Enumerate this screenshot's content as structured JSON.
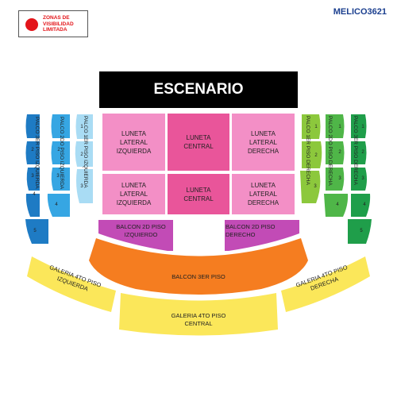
{
  "legend": {
    "text": "ZONAS DE VISIBILIDAD LIMITADA",
    "color": "#e3151a"
  },
  "code": "MELICO3621",
  "stage": "ESCENARIO",
  "luneta": {
    "lat_izq": "LUNETA\nLATERAL\nIZQUIERDA",
    "central": "LUNETA\nCENTRAL",
    "lat_der": "LUNETA\nLATERAL\nDERECHA"
  },
  "balcon2": {
    "izq": "BALCON 2D PISO\nIZQUIERDO",
    "der": "BALCON 2D PISO\nDERECHO"
  },
  "balcon3": "BALCON 3ER PISO",
  "galeria": {
    "izq": "GALERIA 4TO PISO\nIZQUIERDA",
    "central": "GALERIA 4TO PISO\nCENTRAL",
    "der": "GALERIA 4TO PISO\nDERECHA"
  },
  "palcos": {
    "p3_izq": "PALCO 3ER PISO IZQUIERDA",
    "p2_izq": "PALCO 2DO PISO IZQUIERDA",
    "p1_izq": "PALCO 1ER PISO IZQUIERDA",
    "p1_der": "PALCO 1ER PISO DERECHA",
    "p2_der": "PALCO 2DO PISO DERECHA",
    "p3_der": "PALCO 3ER PISO DERECHA"
  },
  "box_numbers": [
    "1",
    "2",
    "3",
    "4",
    "5"
  ],
  "colors": {
    "lateral": "#f38fc6",
    "central": "#e9559a",
    "balcon2": "#c24bb6",
    "balcon3": "#f57d20",
    "galeria": "#fbe75a",
    "palco3_izq": "#1e7bc4",
    "palco2_izq": "#36a6e3",
    "palco1_izq": "#a9dcf4",
    "palco1_der": "#8cc83c",
    "palco2_der": "#4fb648",
    "palco3_der": "#1f9e4a"
  }
}
